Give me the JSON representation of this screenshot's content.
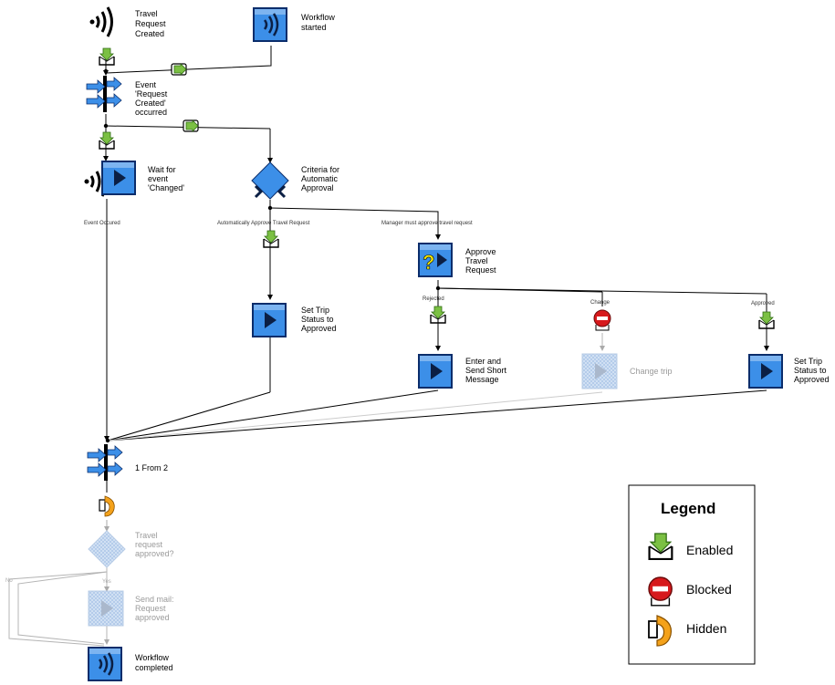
{
  "colors": {
    "node_blue": "#3c8fe8",
    "node_dark": "#0b2d6b",
    "enabled_green": "#7bc043",
    "blocked_red": "#d7191c",
    "hidden_orange": "#f4a21b",
    "faded_node": "#c7d8ee"
  },
  "nodes": {
    "travel_request_created": [
      "Travel",
      "Request",
      "Created"
    ],
    "workflow_started": [
      "Workflow",
      "started"
    ],
    "event_request_created": [
      "Event",
      "'Request",
      "Created'",
      "occurred"
    ],
    "wait_for_event": [
      "Wait for",
      "event",
      "'Changed'"
    ],
    "criteria": [
      "Criteria for",
      "Automatic",
      "Approval"
    ],
    "approve_travel_request": [
      "Approve",
      "Travel",
      "Request"
    ],
    "set_trip_status_1": [
      "Set Trip",
      "Status to",
      "Approved"
    ],
    "enter_send_message": [
      "Enter and",
      "Send Short",
      "Message"
    ],
    "change_trip": [
      "Change trip"
    ],
    "set_trip_status_2": [
      "Set Trip",
      "Status to",
      "Approved"
    ],
    "one_from_two": [
      "1 From 2"
    ],
    "travel_request_approved": [
      "Travel",
      "request",
      "approved?"
    ],
    "send_mail": [
      "Send mail:",
      "Request",
      "approved"
    ],
    "workflow_completed": [
      "Workflow",
      "completed"
    ]
  },
  "edge_labels": {
    "event_occured": "Event Occured",
    "auto_approve": "Automatically Approve Travel Request",
    "manager_approve": "Manager must approve travel request",
    "rejected": "Rejected",
    "change": "Change",
    "approved": "Approved",
    "yes": "Yes",
    "no": "No"
  },
  "legend": {
    "title": "Legend",
    "items": [
      {
        "label": "Enabled",
        "icon": "enabled-icon"
      },
      {
        "label": "Blocked",
        "icon": "blocked-icon"
      },
      {
        "label": "Hidden",
        "icon": "hidden-icon"
      }
    ]
  }
}
